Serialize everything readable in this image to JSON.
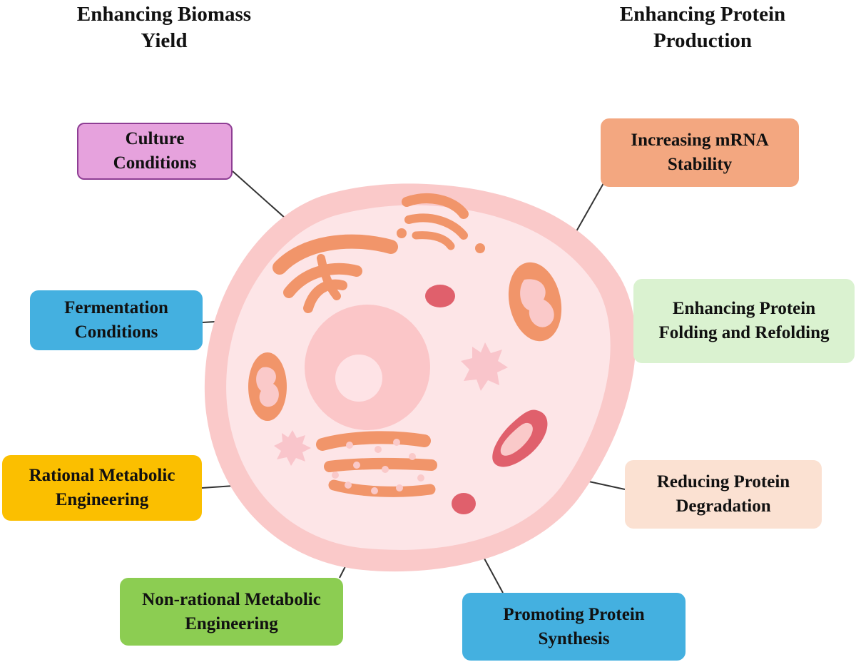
{
  "headings": {
    "left": [
      "Enhancing Biomass",
      "Yield"
    ],
    "right": [
      "Enhancing Protein",
      "Production"
    ]
  },
  "boxes": {
    "culture": {
      "lines": [
        "Culture",
        "Conditions"
      ],
      "color": "#e6a2dd",
      "border": "#8e3e94"
    },
    "fermentation": {
      "lines": [
        "Fermentation",
        "Conditions"
      ],
      "color": "#44b0e0"
    },
    "rational": {
      "lines": [
        "Rational Metabolic",
        "Engineering"
      ],
      "color": "#fbbf00"
    },
    "nonrational": {
      "lines": [
        "Non-rational Metabolic",
        "Engineering"
      ],
      "color": "#8ccd52"
    },
    "mrna": {
      "lines": [
        "Increasing mRNA",
        "Stability"
      ],
      "color": "#f3a780"
    },
    "folding": {
      "lines": [
        "Enhancing Protein",
        "Folding and Refolding"
      ],
      "color": "#daf2d0"
    },
    "degradation": {
      "lines": [
        "Reducing Protein",
        "Degradation"
      ],
      "color": "#fbe1d2"
    },
    "synthesis": {
      "lines": [
        "Promoting Protein",
        "Synthesis"
      ],
      "color": "#44b0e0"
    }
  },
  "cell_colors": {
    "membrane": "#fac9c9",
    "cytoplasm": "#fde5e7",
    "nucleus": "#fbc6c8",
    "nucleolus": "#fee3e6",
    "organelle": "#f1956a",
    "organelle_inner": "#fac9c9",
    "red": "#e0606c",
    "centrosome": "#f9c5cb"
  }
}
